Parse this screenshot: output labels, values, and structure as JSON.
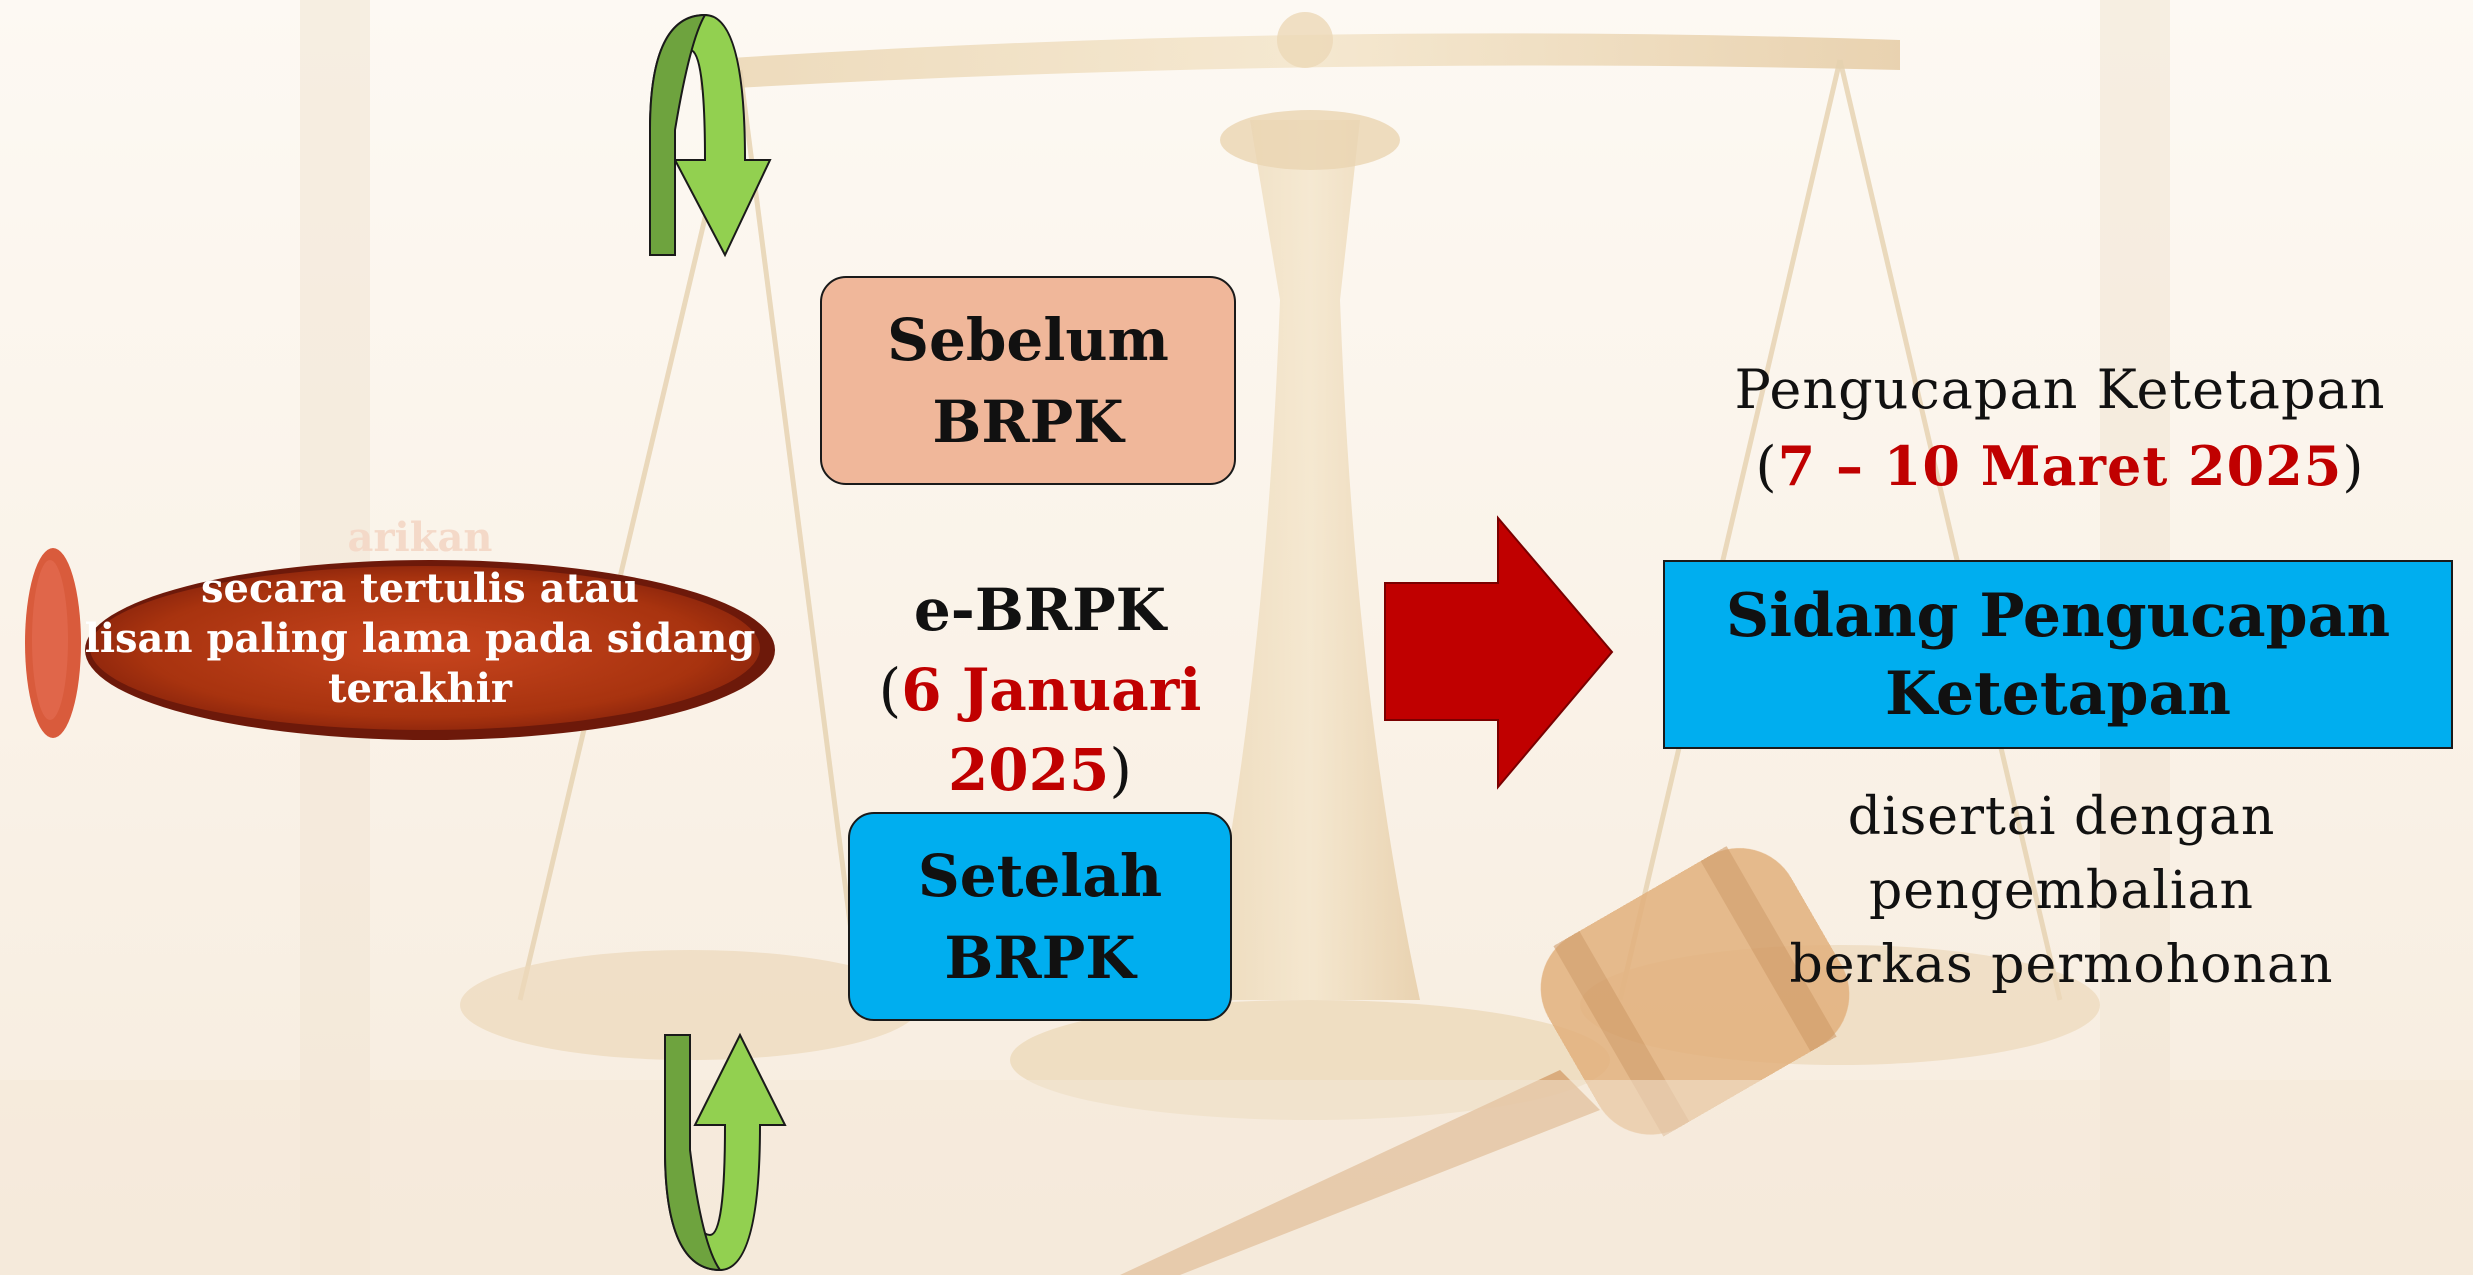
{
  "oval": {
    "line_hidden": "arikan",
    "lines": [
      "secara tertulis atau",
      "lisan paling lama pada sidang",
      "terakhir"
    ]
  },
  "sebelum": {
    "line1": "Sebelum",
    "line2": "BRPK"
  },
  "ebrpk": {
    "label": "e-BRPK",
    "paren_open": "(",
    "date": "6 Januari 2025",
    "paren_close": ")"
  },
  "setelah": {
    "line1": "Setelah",
    "line2": "BRPK"
  },
  "pengucapan": {
    "title": "Pengucapan  Ketetapan",
    "paren_open": "(",
    "date": "7 – 10 Maret 2025",
    "paren_close": ")"
  },
  "sidang": {
    "line1": "Sidang Pengucapan",
    "line2": "Ketetapan"
  },
  "disertai": {
    "line1": "disertai dengan pengembalian",
    "line2": "berkas permohonan"
  },
  "colors": {
    "salmon": "#f0b79a",
    "cyan": "#00aeef",
    "red_text": "#c00000",
    "arrow_red": "#c00000",
    "green_dark": "#6ea33e",
    "green_light": "#92d050",
    "oval_dark": "#7a1c0a",
    "oval_light": "#c8451e"
  }
}
